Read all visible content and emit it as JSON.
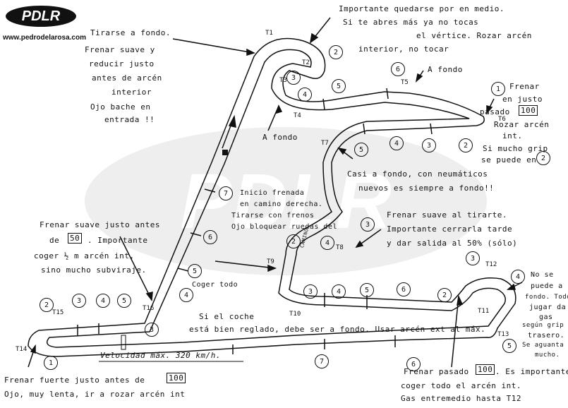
{
  "logo_text": "PDLR",
  "url": "www.pedrodelarosa.com",
  "watermark": "PDLR",
  "turns": {
    "T1": "T1",
    "T2": "T2",
    "T3": "T3",
    "T4": "T4",
    "T5": "T5",
    "T6": "T6",
    "T7": "T7",
    "T8": "T8",
    "T9": "T9",
    "T10": "T10",
    "T11": "T11",
    "T12": "T12",
    "T13": "T13",
    "T14": "T14",
    "T15": "T15",
    "T16": "T16"
  },
  "notes": {
    "n1_l1": "Importante quedarse por en medio.",
    "n1_l2": "Si te abres más ya no tocas",
    "n1_l3": "el vértice. Rozar arcén",
    "n1_l4": "interior, no tocar",
    "n2_l1": "Tirarse a fondo.",
    "n2_l2": "Frenar suave y",
    "n2_l3": "reducir justo",
    "n2_l4": "antes de arcén",
    "n2_l5": "interior",
    "n2_l6": "Ojo bache en",
    "n2_l7": "entrada !!",
    "n3": "A fondo",
    "n4": "A fondo",
    "n5_l1": "Frenar",
    "n5_l2": "en justo",
    "n5_l3": "pasado",
    "n5_box": "100",
    "n5_l4": "Rozar arcén",
    "n5_l5": "int.",
    "n5_l6": "Si mucho grip",
    "n5_l7": "se puede en",
    "n5_circ": "2",
    "n6_l1": "Casi a fondo, con neumáticos",
    "n6_l2": "nuevos es siempre a fondo!!",
    "n7_l1": "Inicio frenada",
    "n7_l2": "en camino derecha.",
    "n7_l3": "Tirarse con frenos",
    "n7_l4": "Ojo bloquear ruedas del",
    "n8_l1": "Frenar suave al tirarte.",
    "n8_l2": "Importante cerrarla tarde",
    "n8_l3": "y dar salida al 50% (sólo)",
    "n9_l1": "Frenar suave justo antes",
    "n9_l2": "de",
    "n9_box": "50",
    "n9_l3": ". Importante",
    "n9_l4": "coger ½ m arcén int,",
    "n9_l5": "sino mucho subviraje.",
    "n10": "Coger todo",
    "n11_l1": "Si el coche",
    "n11_l2": "está bien reglado, debe ser a fondo. Usar arcén ext al máx.",
    "n12": "Velocidad máx. 320 km/h.",
    "n13_l1": "Frenar fuerte justo antes de",
    "n13_box": "100",
    "n13_l2": "Ojo, muy lenta, ir a rozar arcén int",
    "n14_l1": "Frenar pasado",
    "n14_box": "100",
    "n14_l2": ". Es importante",
    "n14_l3": "coger todo el arcén int.",
    "n14_l4": "Gas entremedio hasta T12",
    "n15_l1": "No se",
    "n15_l2": "puede a",
    "n15_l3": "fondo. Todo",
    "n15_l4": "jugar da",
    "n15_l5": "gas",
    "n15_l6": "según grip",
    "n15_l7": "trasero.",
    "n15_l8": "Se aguanta",
    "n15_l9": "mucho.",
    "camino": "CAMINO"
  },
  "gears": {
    "g_t2": "2",
    "g_t3": "3",
    "g_t4": "4",
    "g_t4b": "5",
    "g_t5": "6",
    "g_t6": "1",
    "g_t6a": "2",
    "g_t6b": "3",
    "g_t6c": "4",
    "g_t6d": "5",
    "g_main": "7",
    "g_main2": "6",
    "g_main3": "5",
    "g_main4": "4",
    "g_t16": "3",
    "g_t8a": "2",
    "g_t8b": "3",
    "g_t8c": "4",
    "g_t10a": "3",
    "g_t10b": "4",
    "g_t10c": "5",
    "g_t10d": "6",
    "g_t11": "2",
    "g_t12": "3",
    "g_t13a": "4",
    "g_t13b": "5",
    "g_bot": "7",
    "g_bot2": "6",
    "g_t15a": "2",
    "g_t15b": "3",
    "g_t15c": "4",
    "g_t15d": "5",
    "g_t14": "1"
  }
}
